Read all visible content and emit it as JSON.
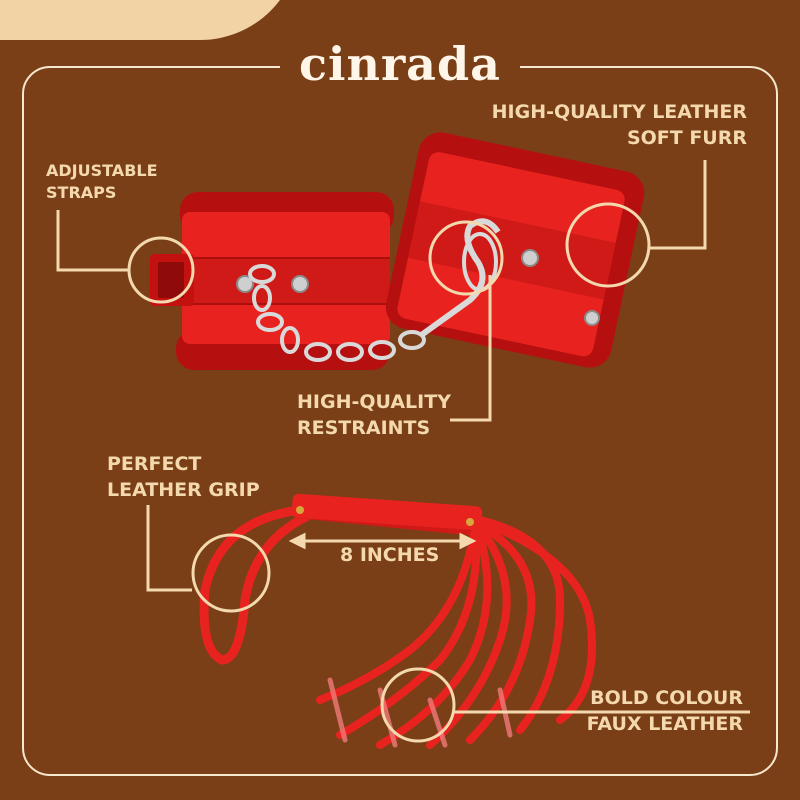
{
  "brand": "cinrada",
  "labels": {
    "leather_line1": "HIGH-QUALITY LEATHER",
    "leather_line2": "SOFT FURR",
    "straps_line1": "ADJUSTABLE",
    "straps_line2": "STRAPS",
    "restraints_line1": "HIGH-QUALITY",
    "restraints_line2": "RESTRAINTS",
    "grip_line1": "PERFECT",
    "grip_line2": "LEATHER GRIP",
    "measure": "8  INCHES",
    "bold_line1": "BOLD COLOUR",
    "bold_line2": "FAUX LEATHER"
  },
  "colors": {
    "background": "#7a3f17",
    "accent": "#f4d9ae",
    "product_red": "#e8231f"
  }
}
